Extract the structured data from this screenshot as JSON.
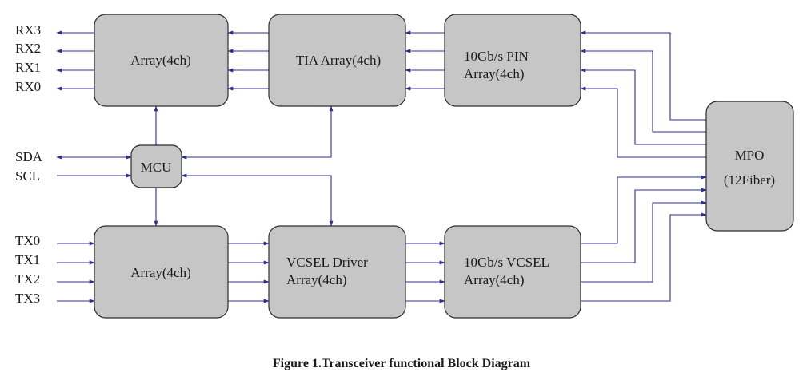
{
  "diagram": {
    "rx_ports": [
      "RX3",
      "RX2",
      "RX1",
      "RX0"
    ],
    "tx_ports": [
      "TX0",
      "TX1",
      "TX2",
      "TX3"
    ],
    "ctrl_ports": [
      "SDA",
      "SCL"
    ],
    "blocks": {
      "rx_array": [
        "Array(4ch)"
      ],
      "tia_array": [
        "TIA Array(4ch)"
      ],
      "pin_array": [
        "10Gb/s PIN",
        "Array(4ch)"
      ],
      "mcu": [
        "MCU"
      ],
      "tx_array": [
        "Array(4ch)"
      ],
      "vcsel_driver": [
        "VCSEL Driver",
        "Array(4ch)"
      ],
      "vcsel_array": [
        "10Gb/s VCSEL",
        "Array(4ch)"
      ],
      "mpo": [
        "MPO",
        "(12Fiber)"
      ]
    },
    "caption": "Figure 1.Transceiver functional Block Diagram",
    "colors": {
      "block_fill": "#c6c6c6",
      "wire": "#2e2e8f",
      "border": "#2b2b2b"
    }
  }
}
